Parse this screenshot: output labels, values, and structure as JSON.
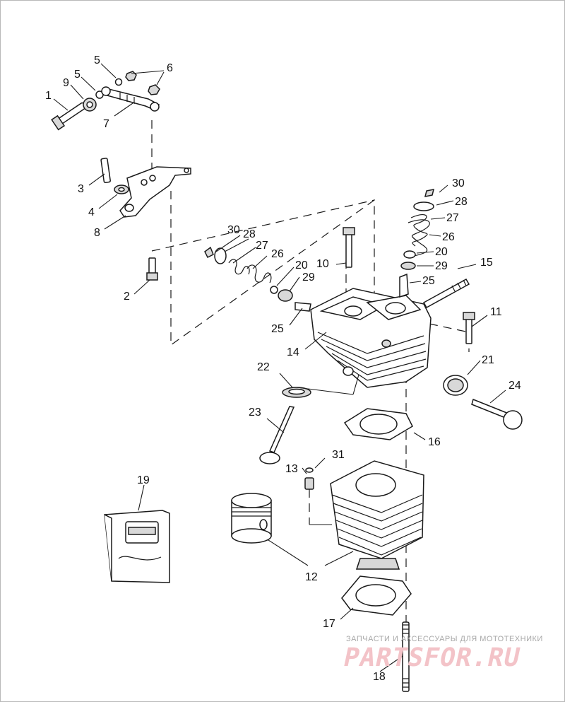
{
  "callouts": [
    "1",
    "2",
    "3",
    "4",
    "5",
    "5",
    "6",
    "7",
    "8",
    "9",
    "10",
    "11",
    "12",
    "13",
    "14",
    "15",
    "16",
    "17",
    "18",
    "19",
    "20",
    "20",
    "21",
    "22",
    "23",
    "24",
    "25",
    "25",
    "26",
    "26",
    "27",
    "27",
    "28",
    "28",
    "29",
    "29",
    "30",
    "30",
    "31"
  ],
  "watermark": {
    "caption": "ЗАПЧАСТИ И АКСЕССУАРЫ ДЛЯ МОТОТЕХНИКИ",
    "brand": "PARTSFOR.RU",
    "color": "#f3c3c8"
  },
  "icons": [
    "bolt-icon",
    "washer-icon",
    "nut-icon",
    "gasket-icon",
    "piston-icon",
    "cylinder-icon",
    "cylinder-head-icon",
    "valve-icon",
    "spring-icon",
    "brochure-icon"
  ]
}
